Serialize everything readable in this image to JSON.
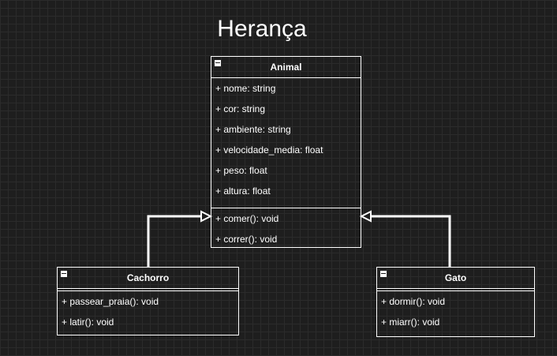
{
  "diagram": {
    "title": "Herança",
    "classes": {
      "animal": {
        "name": "Animal",
        "attributes": [
          "+ nome: string",
          "+ cor: string",
          "+ ambiente: string",
          "+ velocidade_media: float",
          "+ peso: float",
          "+ altura: float"
        ],
        "methods": [
          "+ comer(): void",
          "+ correr(): void"
        ]
      },
      "cachorro": {
        "name": "Cachorro",
        "methods": [
          "+ passear_praia(): void",
          "+ latir(): void"
        ]
      },
      "gato": {
        "name": "Gato",
        "methods": [
          "+ dormir(): void",
          "+ miarr(): void"
        ]
      }
    },
    "relations": [
      {
        "from": "Cachorro",
        "to": "Animal",
        "type": "inheritance"
      },
      {
        "from": "Gato",
        "to": "Animal",
        "type": "inheritance"
      }
    ],
    "colors": {
      "background": "#1e1e1e",
      "grid": "#2b2b2b",
      "stroke": "#ffffff",
      "text": "#ffffff"
    }
  }
}
